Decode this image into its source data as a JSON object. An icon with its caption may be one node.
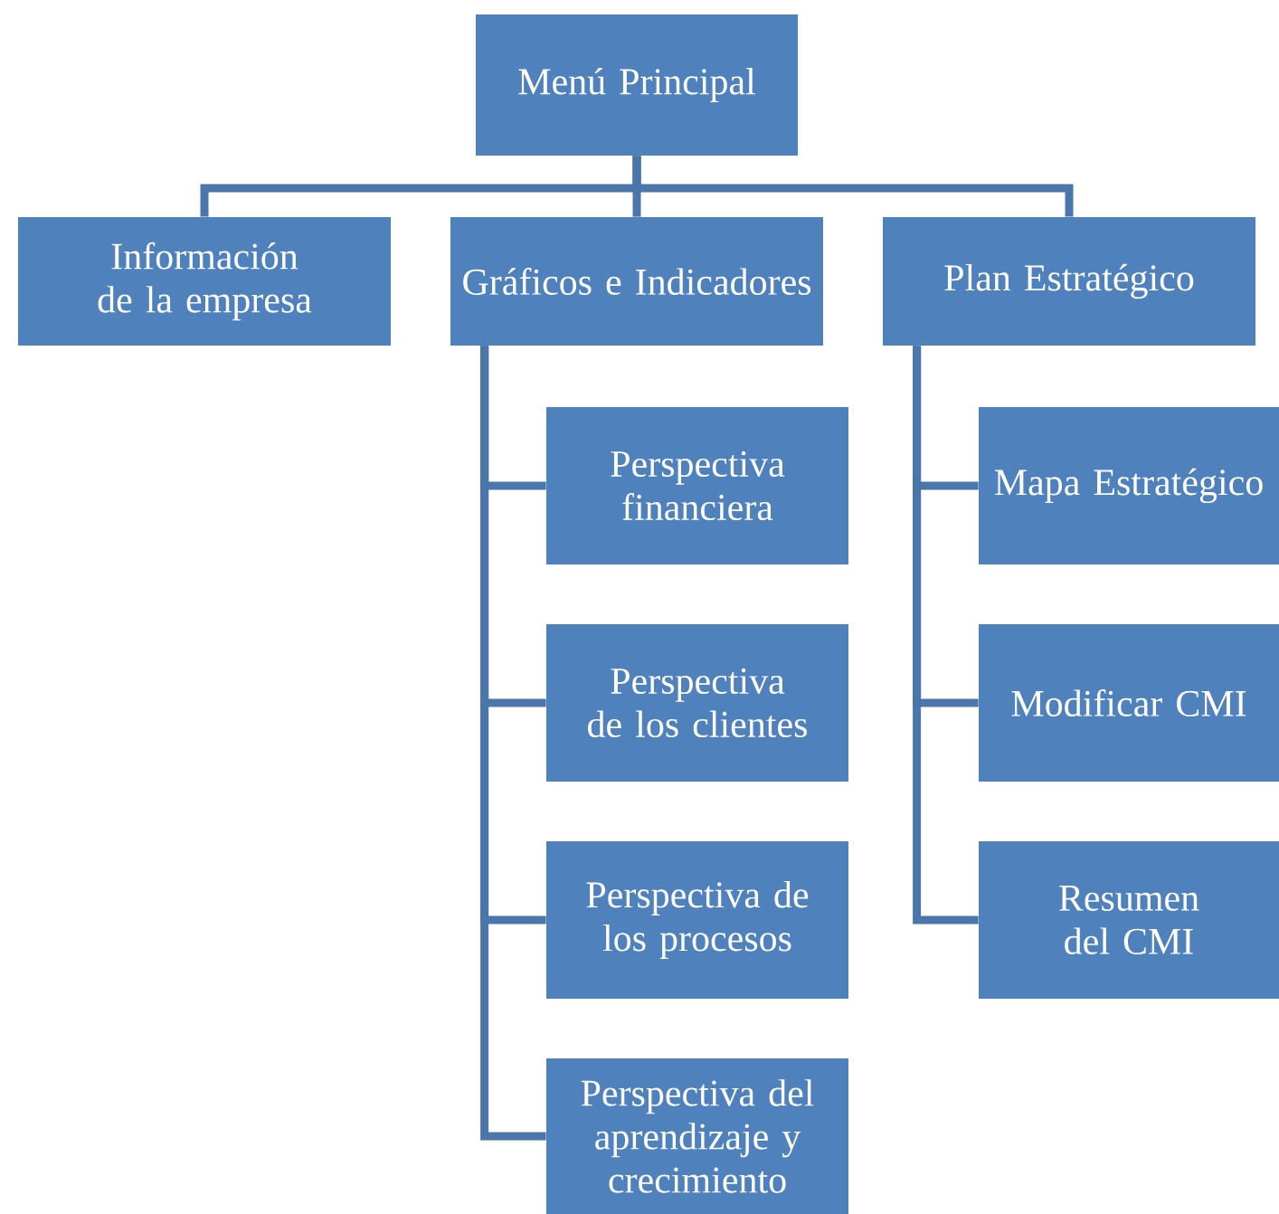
{
  "diagram": {
    "nodes": [
      {
        "text": [
          "Menú Principal"
        ]
      },
      {
        "text": [
          "Información de la empresa"
        ]
      },
      {
        "text": [
          "Gráficos e Indicadores"
        ]
      },
      {
        "text": [
          "Plan Estratégico"
        ]
      },
      {
        "text": [
          "Perspectiva financiera"
        ]
      },
      {
        "text": [
          "Perspectiva de los clientes"
        ]
      },
      {
        "text": [
          "Perspectiva de los procesos"
        ]
      },
      {
        "text": [
          "Perspectiva del aprendizaje y crecimiento"
        ]
      },
      {
        "text": [
          "Mapa Estratégico"
        ]
      },
      {
        "text": [
          "Modificar CMI"
        ]
      },
      {
        "text": [
          "Resumen del CMI"
        ]
      }
    ],
    "edges": [
      {
        "from": 0,
        "to": 1,
        "arrow": "none"
      },
      {
        "from": 0,
        "to": 2,
        "arrow": "none"
      },
      {
        "from": 0,
        "to": 3,
        "arrow": "none"
      },
      {
        "from": 2,
        "to": 4,
        "arrow": "none"
      },
      {
        "from": 2,
        "to": 5,
        "arrow": "none"
      },
      {
        "from": 2,
        "to": 6,
        "arrow": "none"
      },
      {
        "from": 2,
        "to": 7,
        "arrow": "none"
      },
      {
        "from": 3,
        "to": 8,
        "arrow": "none"
      },
      {
        "from": 3,
        "to": 9,
        "arrow": "none"
      },
      {
        "from": 3,
        "to": 10,
        "arrow": "none"
      }
    ]
  }
}
